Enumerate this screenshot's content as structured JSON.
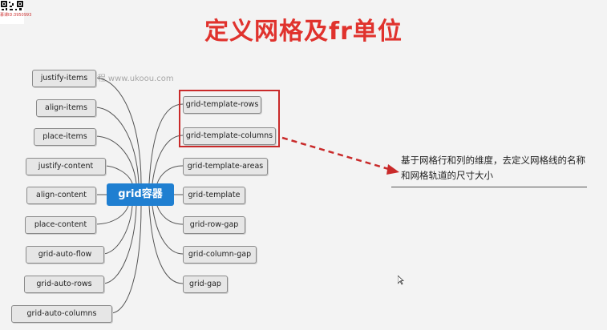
{
  "title": "定义网格及fr单位",
  "watermark": "慕课 | 教程 www.ukoou.com",
  "qr_caption": "慕课ID:3950993",
  "center_node": "grid容器",
  "left_nodes": [
    {
      "label": "justify-items"
    },
    {
      "label": "align-items"
    },
    {
      "label": "place-items"
    },
    {
      "label": "justify-content"
    },
    {
      "label": "align-content"
    },
    {
      "label": "place-content"
    },
    {
      "label": "grid-auto-flow"
    },
    {
      "label": "grid-auto-rows"
    },
    {
      "label": "grid-auto-columns"
    }
  ],
  "right_nodes": [
    {
      "label": "grid-template-rows"
    },
    {
      "label": "grid-template-columns"
    },
    {
      "label": "grid-template-areas"
    },
    {
      "label": "grid-template"
    },
    {
      "label": "grid-row-gap"
    },
    {
      "label": "grid-column-gap"
    },
    {
      "label": "grid-gap"
    }
  ],
  "description": "基于网格行和列的维度，去定义网格线的名称和网格轨道的尺寸大小",
  "colors": {
    "title": "#e0322d",
    "center_node": "#1f7fd1",
    "highlight": "#c92a2a"
  }
}
